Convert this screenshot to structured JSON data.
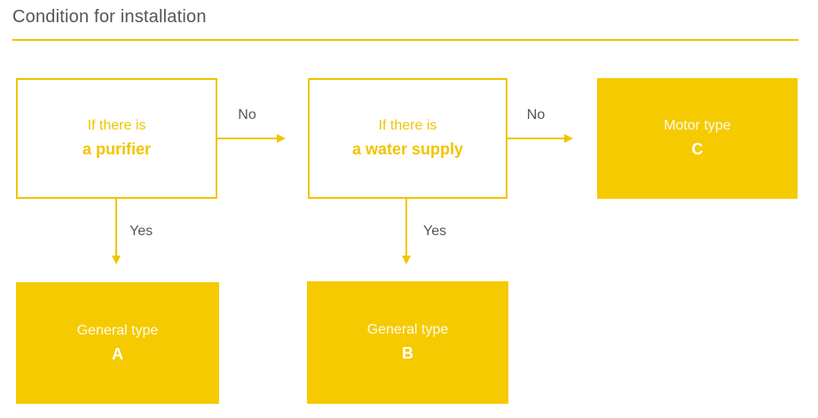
{
  "page": {
    "title": "Condition for installation"
  },
  "colors": {
    "accent_yellow": "#f2c300",
    "fill_yellow": "#f5ca00",
    "gray_text": "#55565a",
    "white_text": "#ffffff"
  },
  "flowchart": {
    "decisions": [
      {
        "line1": "If there is",
        "line2": "a purifier",
        "no_label": "No",
        "yes_label": "Yes"
      },
      {
        "line1": "If there is",
        "line2": "a water supply",
        "no_label": "No",
        "yes_label": "Yes"
      }
    ],
    "results": [
      {
        "line1": "Motor type",
        "line2": "C"
      },
      {
        "line1": "General type",
        "line2": "A"
      },
      {
        "line1": "General type",
        "line2": "B"
      }
    ]
  }
}
